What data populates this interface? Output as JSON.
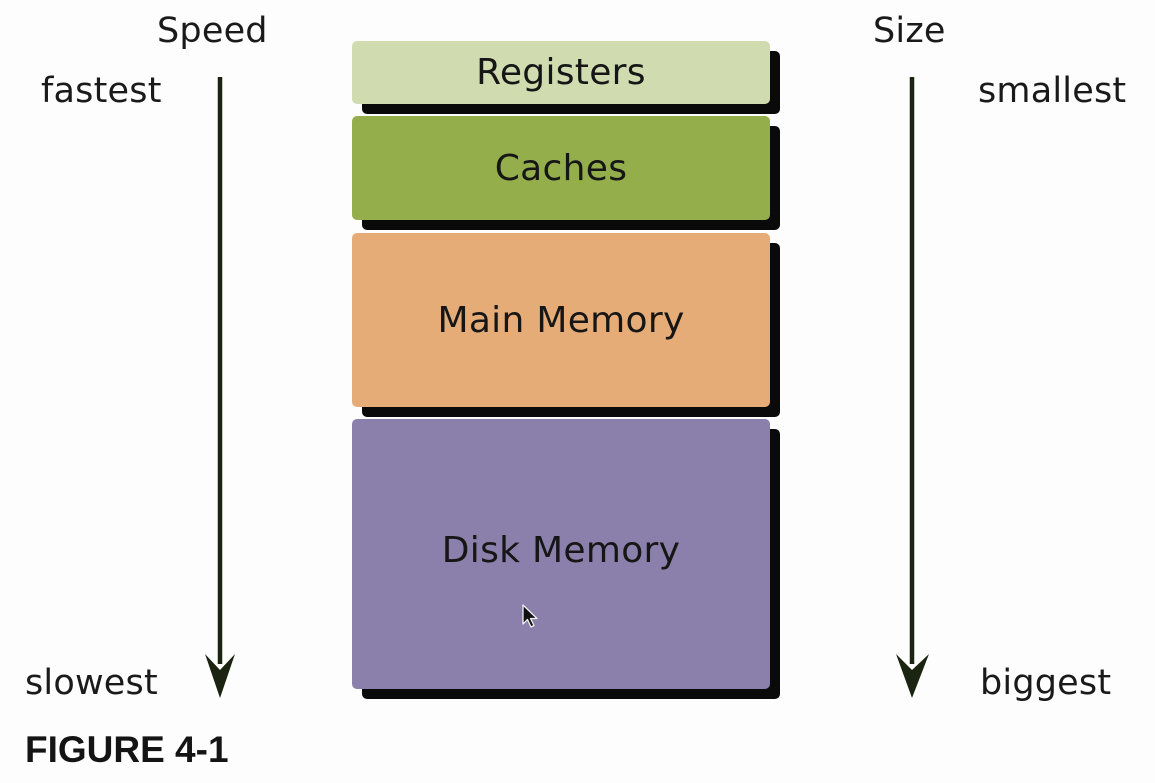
{
  "figure": {
    "caption": "FIGURE 4-1",
    "left_axis": {
      "title": "Speed",
      "top_label": "fastest",
      "bottom_label": "slowest"
    },
    "right_axis": {
      "title": "Size",
      "top_label": "smallest",
      "bottom_label": "biggest"
    },
    "tiers": [
      {
        "label": "Registers",
        "color": "#d0dcb0"
      },
      {
        "label": "Caches",
        "color": "#94ae4b"
      },
      {
        "label": "Main Memory",
        "color": "#e6ac78"
      },
      {
        "label": "Disk Memory",
        "color": "#8b80ac"
      }
    ],
    "arrow_color": "#1a2410",
    "shadow_color": "#0a0a0a"
  }
}
